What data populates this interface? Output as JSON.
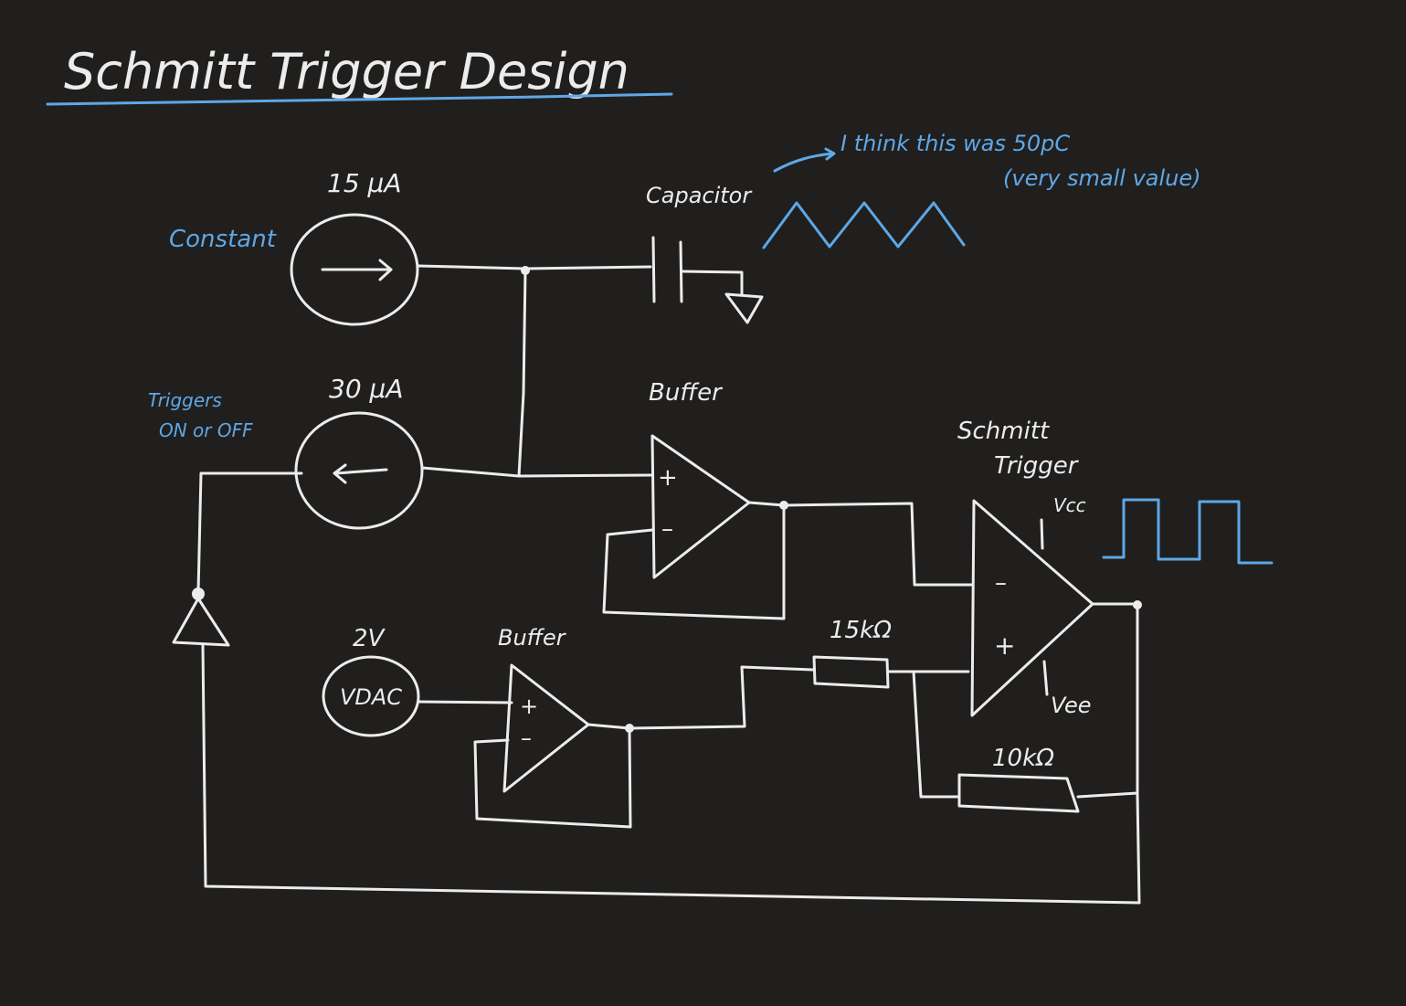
{
  "title": "Schmitt Trigger Design",
  "labels": {
    "current_source_1": "15 μA",
    "current_source_2": "30 μA",
    "constant": "Constant",
    "triggers_line1": "Triggers",
    "triggers_line2": "ON or OFF",
    "capacitor": "Capacitor",
    "note_line1": "I think this was 50pC",
    "note_line2": "(very small value)",
    "buffer_top": "Buffer",
    "buffer_bottom": "Buffer",
    "schmitt_line1": "Schmitt",
    "schmitt_line2": "Trigger",
    "vcc": "Vcc",
    "vee": "Vee",
    "vdac_voltage": "2V",
    "vdac_body": "VDAC",
    "r1": "15kΩ",
    "r2": "10kΩ",
    "plus": "+",
    "minus": "–"
  },
  "colors": {
    "background": "#201f1e",
    "ink_white": "#ececec",
    "ink_blue": "#5fa7e6"
  },
  "icons": {
    "current_source_1_arrow": "arrow-right-icon",
    "current_source_2_arrow": "arrow-left-icon",
    "ground": "ground-icon",
    "inverter": "inverter-icon"
  }
}
